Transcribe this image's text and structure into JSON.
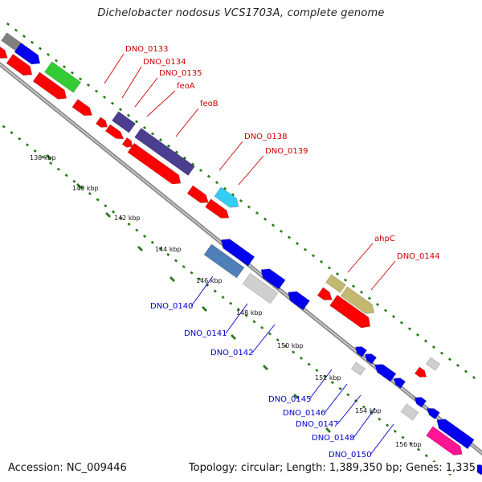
{
  "title": "Dichelobacter nodosus VCS1703A, complete genome",
  "footer": {
    "accession": "Accession: NC_009446",
    "summary": "Topology: circular; Length: 1,389,350 bp; Genes: 1,335"
  },
  "colors": {
    "forward_label": "#cc0000",
    "reverse_label": "#0000cc",
    "backbone": "#8c8c8c",
    "tick_mark": "#2a7a1a"
  },
  "scale_ticks": [
    "138 kbp",
    "140 kbp",
    "142 kbp",
    "144 kbp",
    "146 kbp",
    "148 kbp",
    "150 kbp",
    "152 kbp",
    "154 kbp",
    "156 kbp"
  ],
  "gene_labels": {
    "forward": [
      "DNO_0133",
      "DNO_0134",
      "DNO_0135",
      "feoA",
      "feoB",
      "DNO_0138",
      "DNO_0139",
      "ahpC",
      "DNO_0144"
    ],
    "reverse": [
      "DNO_0140",
      "DNO_0141",
      "DNO_0142",
      "DNO_0145",
      "DNO_0146",
      "DNO_0147",
      "DNO_0148",
      "DNO_0150"
    ]
  },
  "gene_colors": {
    "red": "#ff0000",
    "blue": "#0000ee",
    "grey": "#808080",
    "green": "#33cc33",
    "purple": "#4b3d8f",
    "cyan": "#33ccf2",
    "steel": "#4f7fb8",
    "light": "#cfcfcf",
    "olive": "#c2b870",
    "magenta": "#ff1493"
  }
}
